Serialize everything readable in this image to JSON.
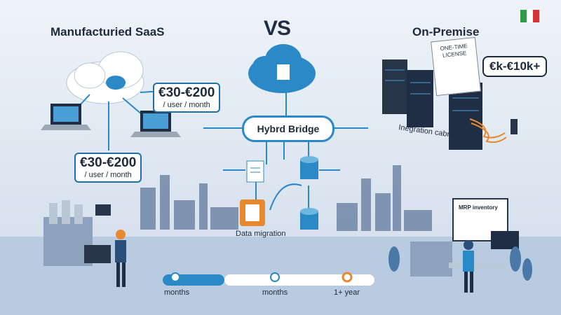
{
  "header": {
    "left_title": "Manufacturied SaaS",
    "vs": "VS",
    "right_title": "On-Premise"
  },
  "saas": {
    "price_top": {
      "amount": "€30-€200",
      "unit": "/ user / month"
    },
    "price_bottom": {
      "amount": "€30-€200",
      "unit": "/ user / month"
    }
  },
  "bridge": {
    "label": "Hybrd Bridge",
    "migration_label": "Data migration"
  },
  "onprem": {
    "license_label": "ONE-TIME LICENSE",
    "price_callout": "€k-€10k+",
    "cables_label": "Inegration cabres",
    "screen_label": "MRP inventory"
  },
  "timeline": {
    "labels": [
      "months",
      "months",
      "1+ year"
    ],
    "colors": {
      "done": "#2a89c6",
      "pending": "#ffffff",
      "accent": "#e8892f"
    }
  },
  "colors": {
    "accent_blue": "#2a89c6",
    "accent_orange": "#e8892f",
    "flag_green": "#2e9a4a",
    "flag_white": "#ffffff",
    "flag_red": "#d3343a"
  },
  "icons": [
    "cloud-icon",
    "laptop-icon",
    "server-rack-icon",
    "document-icon",
    "database-icon",
    "folder-icon",
    "flag-italy-icon",
    "wrench-icon"
  ]
}
